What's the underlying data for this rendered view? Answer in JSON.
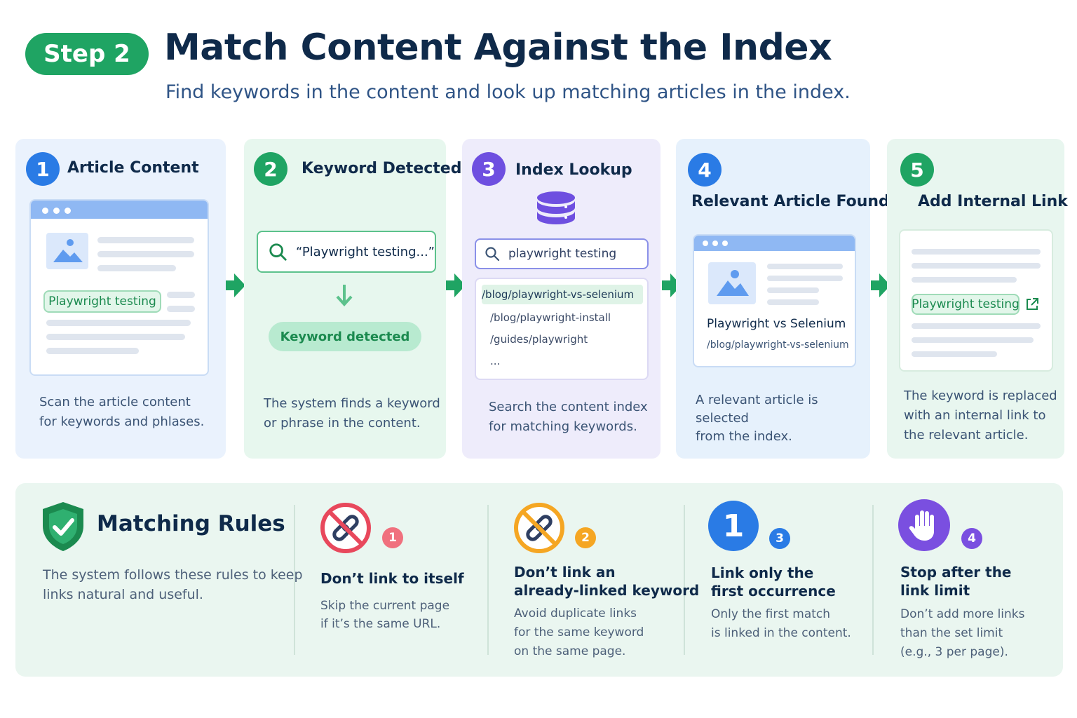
{
  "header": {
    "step_label": "Step 2",
    "title": "Match Content Against the Index",
    "subtitle": "Find keywords in the content and look up matching articles in the index."
  },
  "steps": [
    {
      "number": "1",
      "title": "Article Content",
      "chip": "Playwright testing",
      "desc_1": "Scan the article content",
      "desc_2": "for keywords and phlases."
    },
    {
      "number": "2",
      "title": "Keyword Detected",
      "search_text": "“Playwright testing...”",
      "chip": "Keyword detected",
      "desc_1": "The system finds a keyword",
      "desc_2": "or phrase in the content."
    },
    {
      "number": "3",
      "title": "Index Lookup",
      "search_text": "playwright testing",
      "results": [
        "/blog/playwright-vs-selenium",
        "/blog/playwright-install",
        "/guides/playwright",
        "..."
      ],
      "desc_1": "Search the content index",
      "desc_2": "for matching keywords."
    },
    {
      "number": "4",
      "title": "Relevant Article Found",
      "article_title": "Playwright vs Selenium",
      "article_url": "/blog/playwright-vs-selenium",
      "desc_1": "A relevant article is selected",
      "desc_2": "from the index."
    },
    {
      "number": "5",
      "title": "Add Internal Link",
      "chip": "Playwright testing",
      "desc_1": "The keyword is replaced",
      "desc_2": "with an internal link to",
      "desc_3": "the relevant article."
    }
  ],
  "rules": {
    "title": "Matching Rules",
    "desc_1": "The system follows these rules to keep",
    "desc_2": "links natural and useful.",
    "items": [
      {
        "badge": "1",
        "title_1": "Don’t link to itself",
        "desc_1": "Skip the current page",
        "desc_2": "if it’s the same URL."
      },
      {
        "badge": "2",
        "title_1": "Don’t link an",
        "title_2": "already-linked keyword",
        "desc_1": "Avoid duplicate links",
        "desc_2": "for the same keyword",
        "desc_3": "on the same page."
      },
      {
        "badge": "3",
        "big_number": "1",
        "title_1": "Link only the",
        "title_2": "first occurrence",
        "desc_1": "Only the first match",
        "desc_2": "is linked in the content."
      },
      {
        "badge": "4",
        "title_1": "Stop after the",
        "title_2": "link limit",
        "desc_1": "Don’t add more links",
        "desc_2": "than the set limit",
        "desc_3": "(e.g., 3 per page)."
      }
    ]
  },
  "colors": {
    "green": "#1fa463",
    "blue": "#2a7be5",
    "purple": "#6e4fe0",
    "red": "#e8485c",
    "orange": "#f5a623",
    "navy": "#0f2a4a"
  }
}
